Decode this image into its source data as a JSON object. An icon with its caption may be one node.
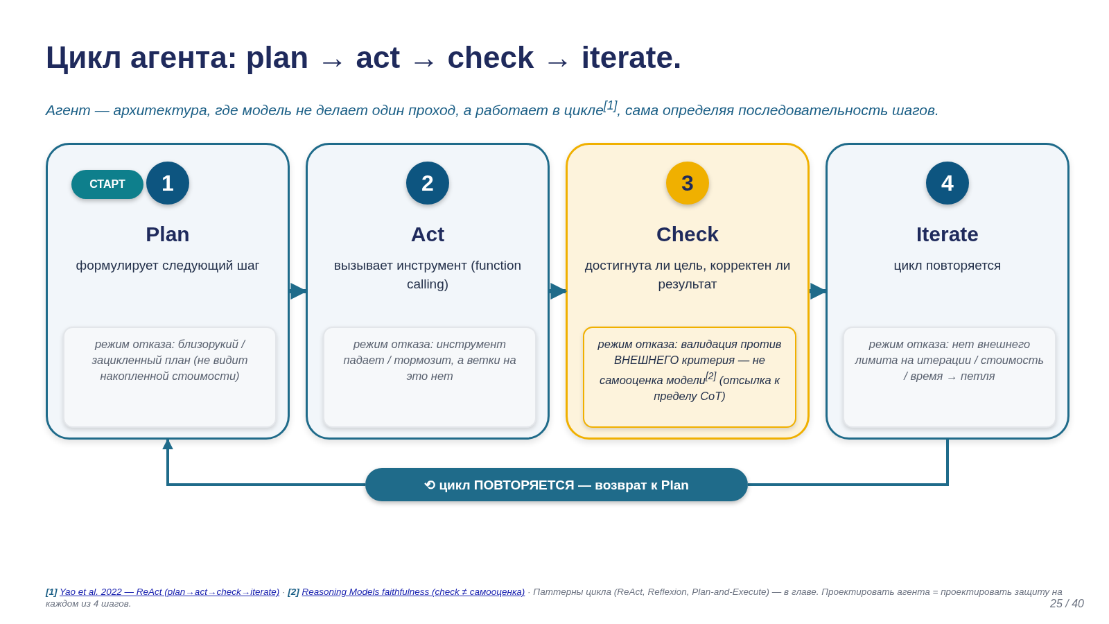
{
  "diagram": {
    "title": "Цикл агента: plan → act → check → iterate.",
    "nodes": [
      {
        "text": [
          "1",
          "Plan",
          "формулирует следующий шаг"
        ]
      },
      {
        "text": [
          "СТАРТ"
        ],
        "in": 0
      },
      {
        "text": [
          "режим отказа: близорукий / зацикленный план (не видит накопленной стоимости)"
        ],
        "in": 0
      },
      {
        "text": [
          "2",
          "Act",
          "вызывает инструмент (function calling)"
        ]
      },
      {
        "text": [
          "режим отказа: инструмент падает / тормозит, а ветки на это нет"
        ],
        "in": 3
      },
      {
        "text": [
          "3",
          "Check",
          "достигнута ли цель, корректен ли результат"
        ]
      },
      {
        "text": [
          "режим отказа: валидация против ВНЕШНЕГО критерия — не самооценка модели$^{[2]}$ (отсылка к пределу CoT)"
        ],
        "in": 5
      },
      {
        "text": [
          "4",
          "Iterate",
          "цикл повторяется"
        ]
      },
      {
        "text": [
          "режим отказа: нет внешнего лимита на итерации / стоимость / время → петля"
        ],
        "in": 7
      },
      {
        "text": [
          "⟲  цикл ПОВТОРЯЕТСЯ — возврат к Plan"
        ]
      }
    ],
    "edges": [
      {
        "from": 0,
        "to": 3,
        "arrow": "to"
      },
      {
        "from": 3,
        "to": 5,
        "arrow": "to"
      },
      {
        "from": 5,
        "to": 7,
        "arrow": "to"
      },
      {
        "from": 7,
        "to": 9,
        "arrow": "none"
      },
      {
        "from": 9,
        "to": 0,
        "arrow": "to"
      }
    ],
    "labels": [
      "Агент — архитектура, где модель не делает один проход, а работает в цикле$^{[1]}$, сама определяя последовательность шагов.",
      "[1]",
      "Yao et al. 2022 — ReAct (plan→act→check→iterate)",
      "·",
      "[2]",
      "Reasoning Models faithfulness (check ≠ самооценка)",
      "·",
      "Паттерны цикла (ReAct, Reflexion, Plan-and-Execute) — в главе. Проектировать агента = проектировать защиту на каждом из 4 шагов.",
      "25 / 40"
    ]
  }
}
